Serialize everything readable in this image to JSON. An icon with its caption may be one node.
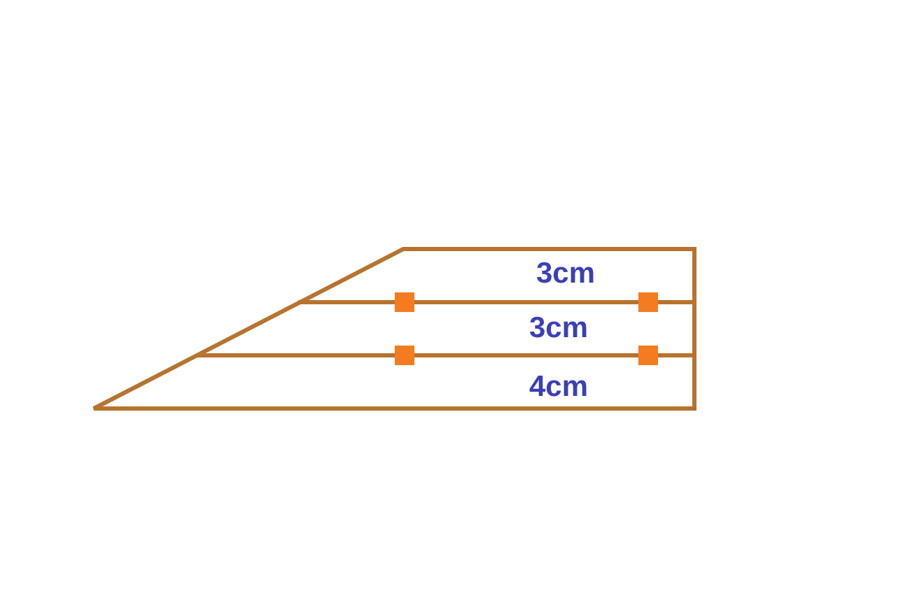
{
  "diagram": {
    "labels": [
      "3cm",
      "3cm",
      "4cm"
    ]
  }
}
